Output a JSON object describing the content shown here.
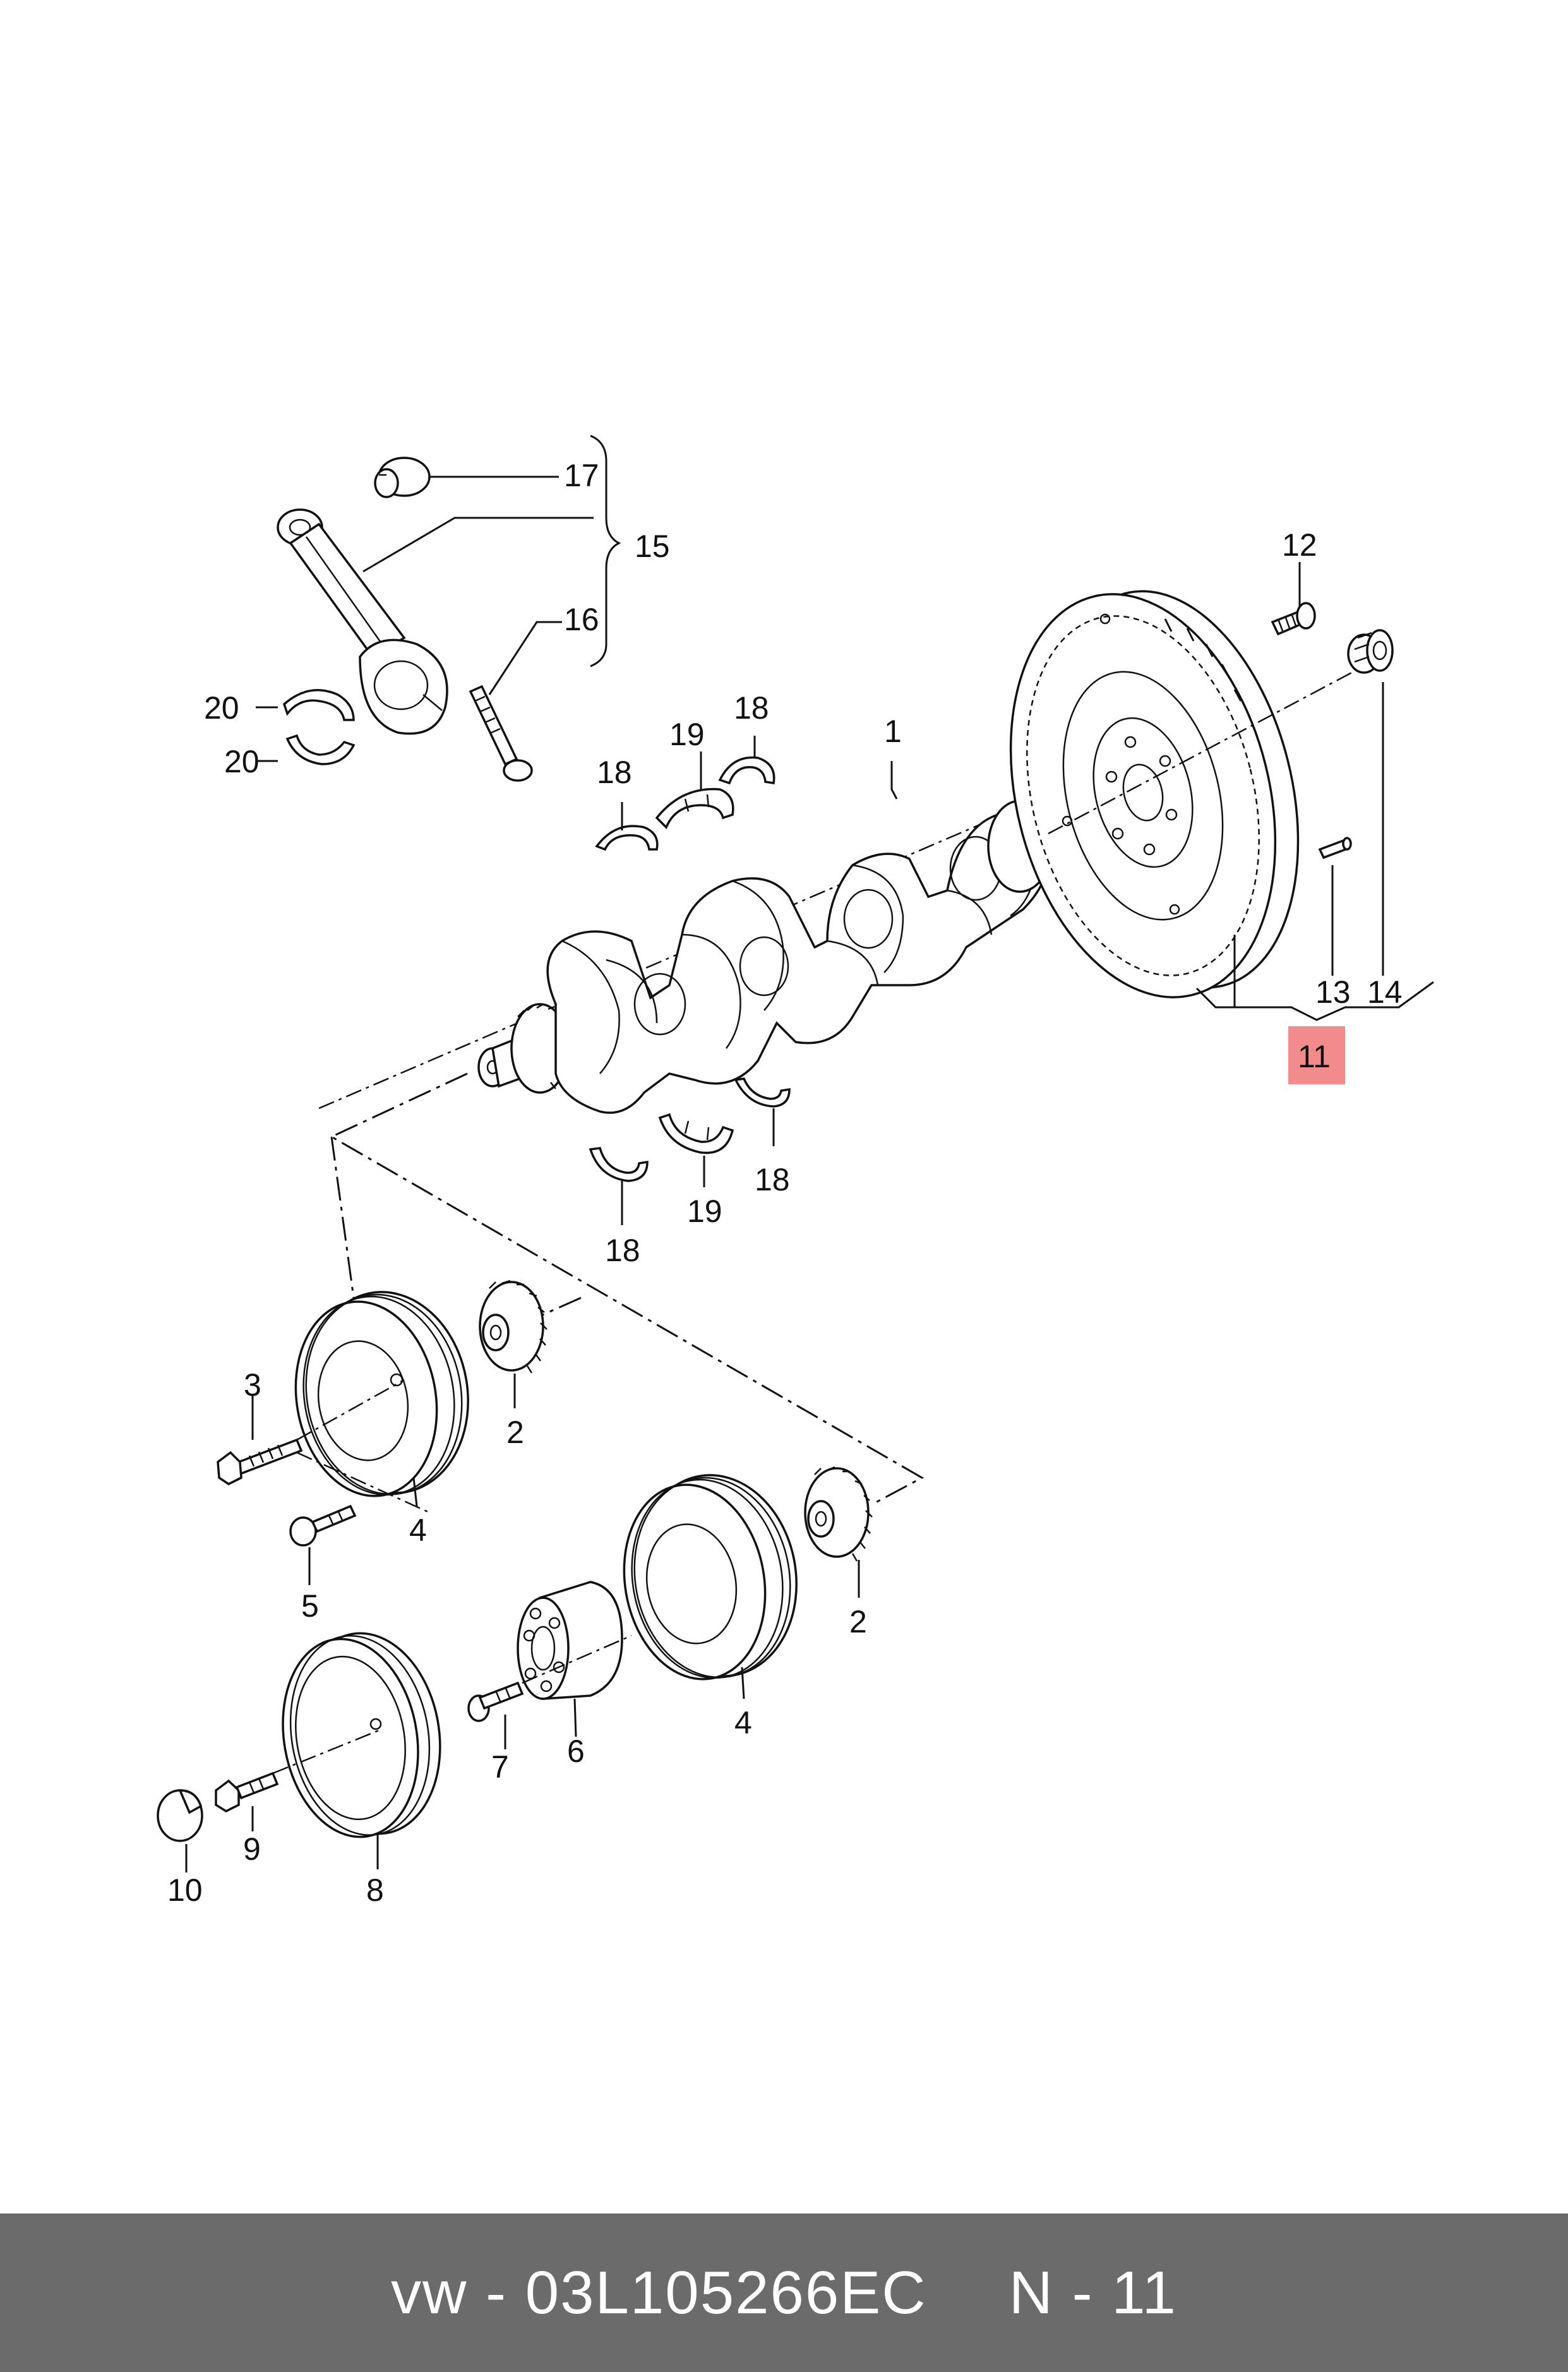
{
  "callouts": {
    "c1": "1",
    "c2a": "2",
    "c2b": "2",
    "c3": "3",
    "c4a": "4",
    "c4b": "4",
    "c5": "5",
    "c6": "6",
    "c7": "7",
    "c8": "8",
    "c9": "9",
    "c10": "10",
    "c11": "11",
    "c12": "12",
    "c13": "13",
    "c14": "14",
    "c15": "15",
    "c16": "16",
    "c17": "17",
    "c18a": "18",
    "c18b": "18",
    "c18c": "18",
    "c18d": "18",
    "c19a": "19",
    "c19b": "19",
    "c20a": "20",
    "c20b": "20"
  },
  "highlight": {
    "label": "11",
    "color": "#f28b8b"
  },
  "footer": {
    "part_number": "vw - 03L105266EC",
    "page_ref": "N - 11",
    "background": "#6b6b6b"
  }
}
